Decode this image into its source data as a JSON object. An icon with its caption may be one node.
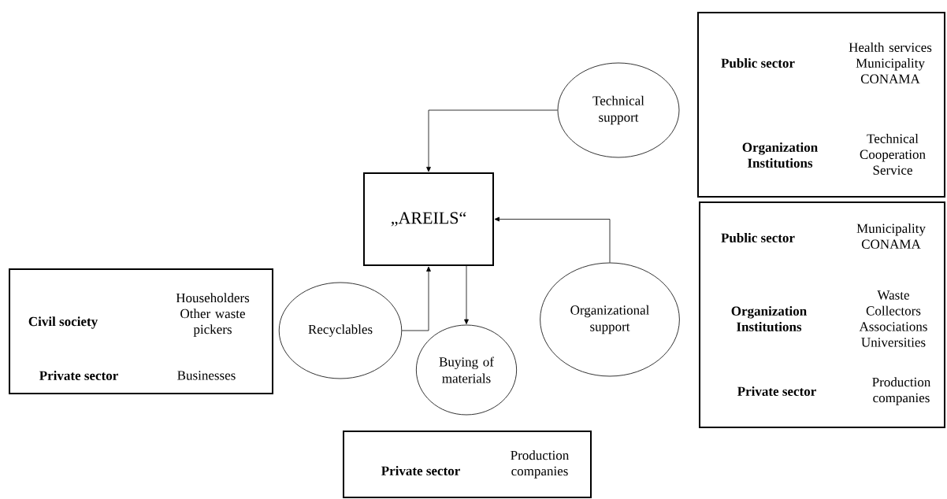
{
  "diagram": {
    "nodes": [
      {
        "text": [
          "„AREILS“"
        ]
      },
      {
        "text": [
          "Technical support"
        ]
      },
      {
        "text": [
          "Recyclables"
        ]
      },
      {
        "text": [
          "Buying of materials"
        ]
      },
      {
        "text": [
          "Organizational support"
        ]
      },
      {
        "text": [
          "Public sector",
          "Health services Municipality CONAMA",
          "Organization Institutions",
          "Technical Cooperation Service"
        ]
      },
      {
        "text": [
          "Public sector",
          "Municipality CONAMA",
          "Organization Institutions",
          "Waste Collectors Associations Universities",
          "Private sector",
          "Production companies"
        ]
      },
      {
        "text": [
          "Civil society",
          "Householders Other waste pickers",
          "Private sector",
          "Businesses"
        ]
      },
      {
        "text": [
          "Private sector",
          "Production companies"
        ]
      }
    ],
    "edges": [
      {
        "from": 1,
        "to": 0,
        "arrow": "to"
      },
      {
        "from": 2,
        "to": 0,
        "arrow": "to"
      },
      {
        "from": 0,
        "to": 3,
        "arrow": "to"
      },
      {
        "from": 4,
        "to": 0,
        "arrow": "to"
      }
    ]
  }
}
